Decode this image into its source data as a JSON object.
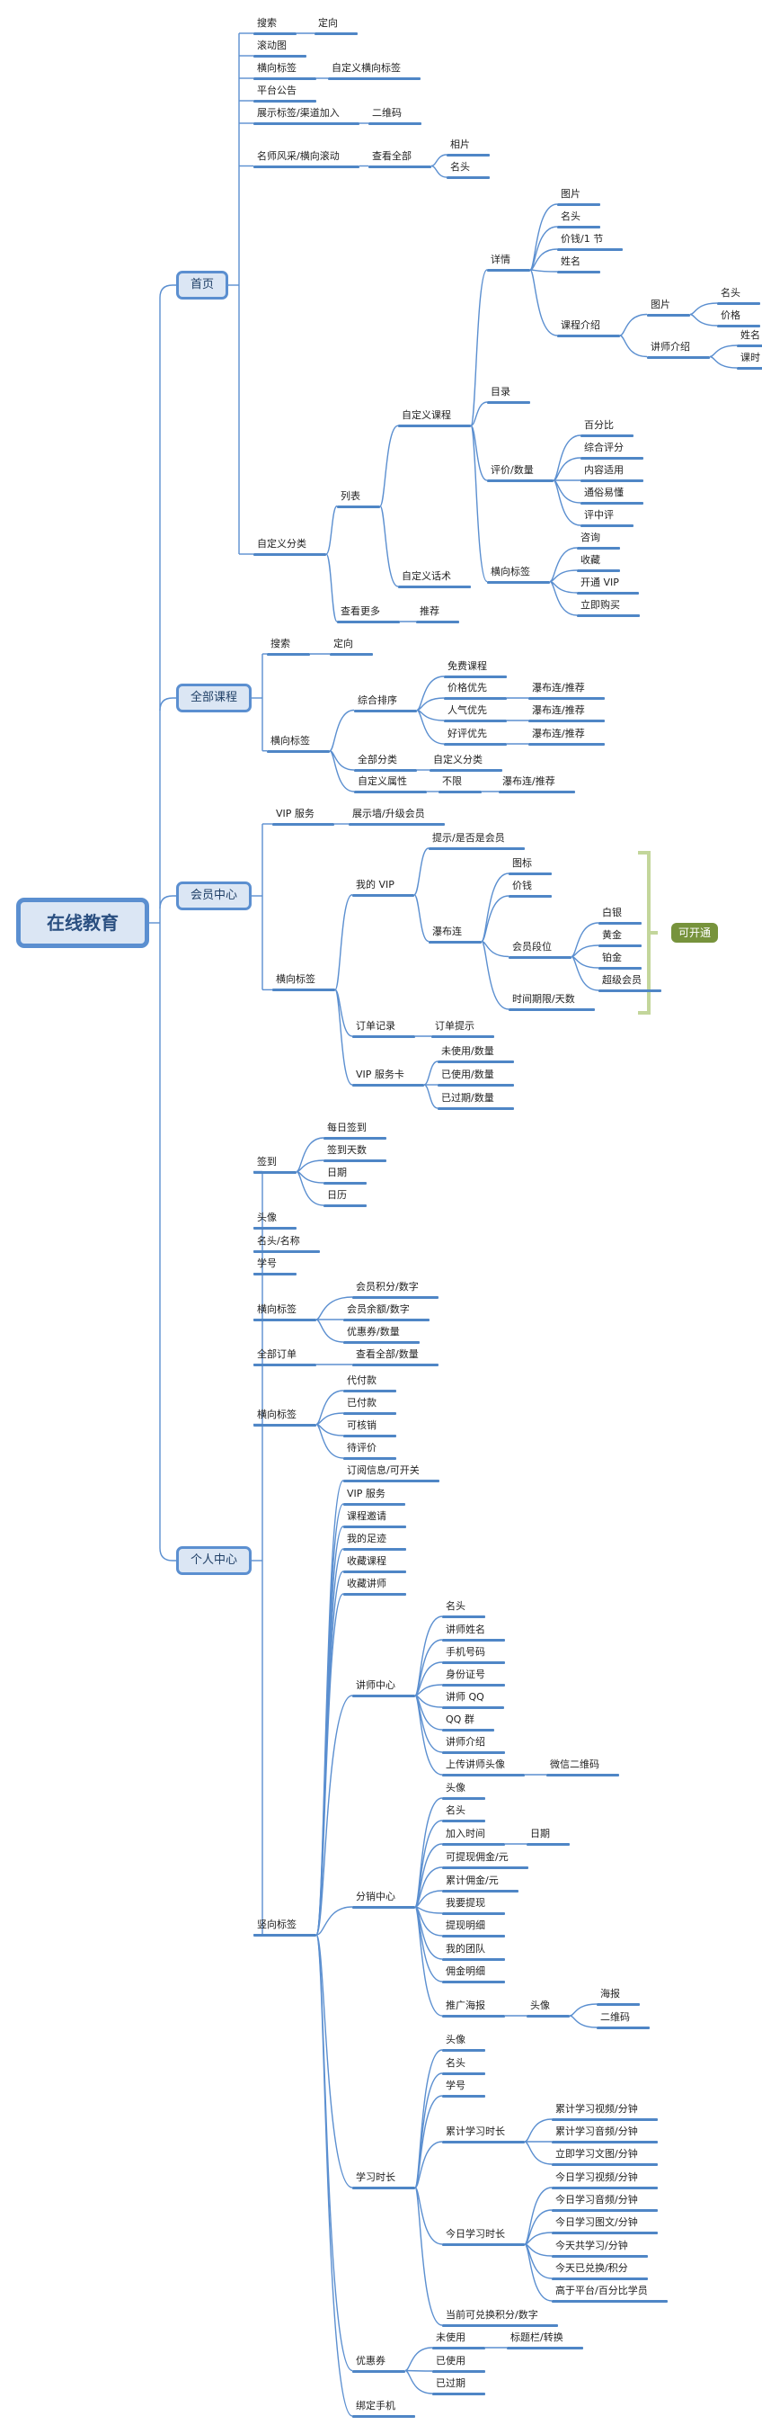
{
  "title": "在线教育",
  "colors": {
    "line": "#5b8fd0",
    "underline": "#4f86c6",
    "box_fill": "#dbe6f4",
    "bracket": "#c3d69b",
    "callout": "#77933c"
  },
  "callout": {
    "label": "可开通",
    "spans": "会员中心 › 横向标签 › 我的VIP › 瀑布连"
  },
  "tree": {
    "label": "在线教育",
    "children": [
      {
        "label": "首页",
        "children": [
          {
            "label": "搜索",
            "children": [
              {
                "label": "定向"
              }
            ]
          },
          {
            "label": "滚动图"
          },
          {
            "label": "横向标签",
            "children": [
              {
                "label": "自定义横向标签"
              }
            ]
          },
          {
            "label": "平台公告"
          },
          {
            "label": "展示标签/渠道加入",
            "children": [
              {
                "label": "二维码"
              }
            ]
          },
          {
            "label": "名师风采/横向滚动",
            "children": [
              {
                "label": "查看全部",
                "children": [
                  {
                    "label": "相片"
                  },
                  {
                    "label": "名头"
                  }
                ]
              }
            ]
          },
          {
            "label": "自定义分类",
            "children": [
              {
                "label": "列表",
                "children": [
                  {
                    "label": "自定义课程",
                    "children": [
                      {
                        "label": "详情",
                        "children": [
                          {
                            "label": "图片"
                          },
                          {
                            "label": "名头"
                          },
                          {
                            "label": "价钱/1 节"
                          },
                          {
                            "label": "姓名"
                          },
                          {
                            "label": "课程介绍",
                            "children": [
                              {
                                "label": "图片",
                                "children": [
                                  {
                                    "label": "名头"
                                  },
                                  {
                                    "label": "价格"
                                  }
                                ]
                              },
                              {
                                "label": "讲师介绍",
                                "children": [
                                  {
                                    "label": "姓名"
                                  },
                                  {
                                    "label": "课时"
                                  }
                                ]
                              }
                            ]
                          }
                        ]
                      },
                      {
                        "label": "目录"
                      },
                      {
                        "label": "评价/数量",
                        "children": [
                          {
                            "label": "百分比"
                          },
                          {
                            "label": "综合评分"
                          },
                          {
                            "label": "内容适用"
                          },
                          {
                            "label": "通俗易懂"
                          },
                          {
                            "label": "评中评"
                          }
                        ]
                      },
                      {
                        "label": "横向标签",
                        "children": [
                          {
                            "label": "咨询"
                          },
                          {
                            "label": "收藏"
                          },
                          {
                            "label": "开通 VIP"
                          },
                          {
                            "label": "立即购买"
                          }
                        ]
                      }
                    ]
                  },
                  {
                    "label": "自定义话术"
                  }
                ]
              },
              {
                "label": "查看更多",
                "children": [
                  {
                    "label": "推荐"
                  }
                ]
              }
            ]
          }
        ]
      },
      {
        "label": "全部课程",
        "children": [
          {
            "label": "搜索",
            "children": [
              {
                "label": "定向"
              }
            ]
          },
          {
            "label": "横向标签",
            "children": [
              {
                "label": "综合排序",
                "children": [
                  {
                    "label": "免费课程"
                  },
                  {
                    "label": "价格优先",
                    "children": [
                      {
                        "label": "瀑布连/推荐"
                      }
                    ]
                  },
                  {
                    "label": "人气优先",
                    "children": [
                      {
                        "label": "瀑布连/推荐"
                      }
                    ]
                  },
                  {
                    "label": "好评优先",
                    "children": [
                      {
                        "label": "瀑布连/推荐"
                      }
                    ]
                  }
                ]
              },
              {
                "label": "全部分类",
                "children": [
                  {
                    "label": "自定义分类"
                  }
                ]
              },
              {
                "label": "自定义属性",
                "children": [
                  {
                    "label": "不限",
                    "children": [
                      {
                        "label": "瀑布连/推荐"
                      }
                    ]
                  }
                ]
              }
            ]
          }
        ]
      },
      {
        "label": "会员中心",
        "children": [
          {
            "label": "VIP 服务",
            "children": [
              {
                "label": "展示墙/升级会员"
              }
            ]
          },
          {
            "label": "横向标签",
            "children": [
              {
                "label": "我的 VIP",
                "children": [
                  {
                    "label": "提示/是否是会员"
                  },
                  {
                    "label": "瀑布连",
                    "children": [
                      {
                        "label": "图标"
                      },
                      {
                        "label": "价钱"
                      },
                      {
                        "label": "会员段位",
                        "children": [
                          {
                            "label": "白银"
                          },
                          {
                            "label": "黄金"
                          },
                          {
                            "label": "铂金"
                          },
                          {
                            "label": "超级会员"
                          }
                        ]
                      },
                      {
                        "label": "时间期限/天数"
                      }
                    ]
                  }
                ]
              },
              {
                "label": "订单记录",
                "children": [
                  {
                    "label": "订单提示"
                  }
                ]
              },
              {
                "label": "VIP 服务卡",
                "children": [
                  {
                    "label": "未使用/数量"
                  },
                  {
                    "label": "已使用/数量"
                  },
                  {
                    "label": "已过期/数量"
                  }
                ]
              }
            ]
          }
        ]
      },
      {
        "label": "个人中心",
        "children": [
          {
            "label": "签到",
            "children": [
              {
                "label": "每日签到"
              },
              {
                "label": "签到天数"
              },
              {
                "label": "日期"
              },
              {
                "label": "日历"
              }
            ]
          },
          {
            "label": "头像"
          },
          {
            "label": "名头/名称"
          },
          {
            "label": "学号"
          },
          {
            "label": "横向标签",
            "children": [
              {
                "label": "会员积分/数字"
              },
              {
                "label": "会员余额/数字"
              },
              {
                "label": "优惠券/数量"
              }
            ]
          },
          {
            "label": "全部订单",
            "children": [
              {
                "label": "查看全部/数量"
              }
            ]
          },
          {
            "label": "横向标签",
            "children": [
              {
                "label": "代付款"
              },
              {
                "label": "已付款"
              },
              {
                "label": "可核销"
              },
              {
                "label": "待评价"
              }
            ]
          },
          {
            "label": "竖向标签",
            "children": [
              {
                "label": "订阅信息/可开关"
              },
              {
                "label": "VIP 服务"
              },
              {
                "label": "课程邀请"
              },
              {
                "label": "我的足迹"
              },
              {
                "label": "收藏课程"
              },
              {
                "label": "收藏讲师"
              },
              {
                "label": "讲师中心",
                "children": [
                  {
                    "label": "名头"
                  },
                  {
                    "label": "讲师姓名"
                  },
                  {
                    "label": "手机号码"
                  },
                  {
                    "label": "身份证号"
                  },
                  {
                    "label": "讲师 QQ"
                  },
                  {
                    "label": "QQ 群"
                  },
                  {
                    "label": "讲师介绍"
                  },
                  {
                    "label": "上传讲师头像",
                    "children": [
                      {
                        "label": "微信二维码"
                      }
                    ]
                  }
                ]
              },
              {
                "label": "分销中心",
                "children": [
                  {
                    "label": "头像"
                  },
                  {
                    "label": "名头"
                  },
                  {
                    "label": "加入时间",
                    "children": [
                      {
                        "label": "日期"
                      }
                    ]
                  },
                  {
                    "label": "可提现佣金/元"
                  },
                  {
                    "label": "累计佣金/元"
                  },
                  {
                    "label": "我要提现"
                  },
                  {
                    "label": "提现明细"
                  },
                  {
                    "label": "我的团队"
                  },
                  {
                    "label": "佣金明细"
                  },
                  {
                    "label": "推广海报",
                    "children": [
                      {
                        "label": "头像",
                        "children": [
                          {
                            "label": "海报"
                          },
                          {
                            "label": "二维码"
                          }
                        ]
                      }
                    ]
                  }
                ]
              },
              {
                "label": "学习时长",
                "children": [
                  {
                    "label": "头像"
                  },
                  {
                    "label": "名头"
                  },
                  {
                    "label": "学号"
                  },
                  {
                    "label": "累计学习时长",
                    "children": [
                      {
                        "label": "累计学习视频/分钟"
                      },
                      {
                        "label": "累计学习音频/分钟"
                      },
                      {
                        "label": "立即学习文图/分钟"
                      }
                    ]
                  },
                  {
                    "label": "今日学习时长",
                    "children": [
                      {
                        "label": "今日学习视频/分钟"
                      },
                      {
                        "label": "今日学习音频/分钟"
                      },
                      {
                        "label": "今日学习图文/分钟"
                      },
                      {
                        "label": "今天共学习/分钟"
                      },
                      {
                        "label": "今天已兑换/积分"
                      },
                      {
                        "label": "高于平台/百分比学员"
                      }
                    ]
                  },
                  {
                    "label": "当前可兑换积分/数字"
                  }
                ]
              },
              {
                "label": "优惠券",
                "children": [
                  {
                    "label": "未使用",
                    "children": [
                      {
                        "label": "标题栏/转换"
                      }
                    ]
                  },
                  {
                    "label": "已使用"
                  },
                  {
                    "label": "已过期"
                  }
                ]
              },
              {
                "label": "绑定手机"
              }
            ]
          }
        ]
      }
    ]
  }
}
